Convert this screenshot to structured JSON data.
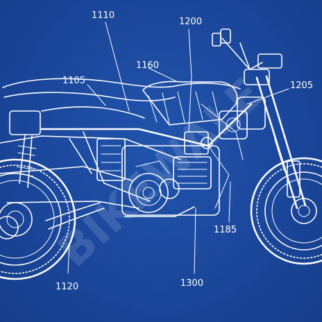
{
  "labels": {
    "l1110": "1110",
    "l1200": "1200",
    "l1105": "1105",
    "l1160": "1160",
    "l1205": "1205",
    "l1185": "1185",
    "l1120": "1120",
    "l1300": "1300"
  },
  "watermark": "BIKEWALE",
  "colors": {
    "background": "#1c4a9c",
    "line": "#ffffff"
  }
}
